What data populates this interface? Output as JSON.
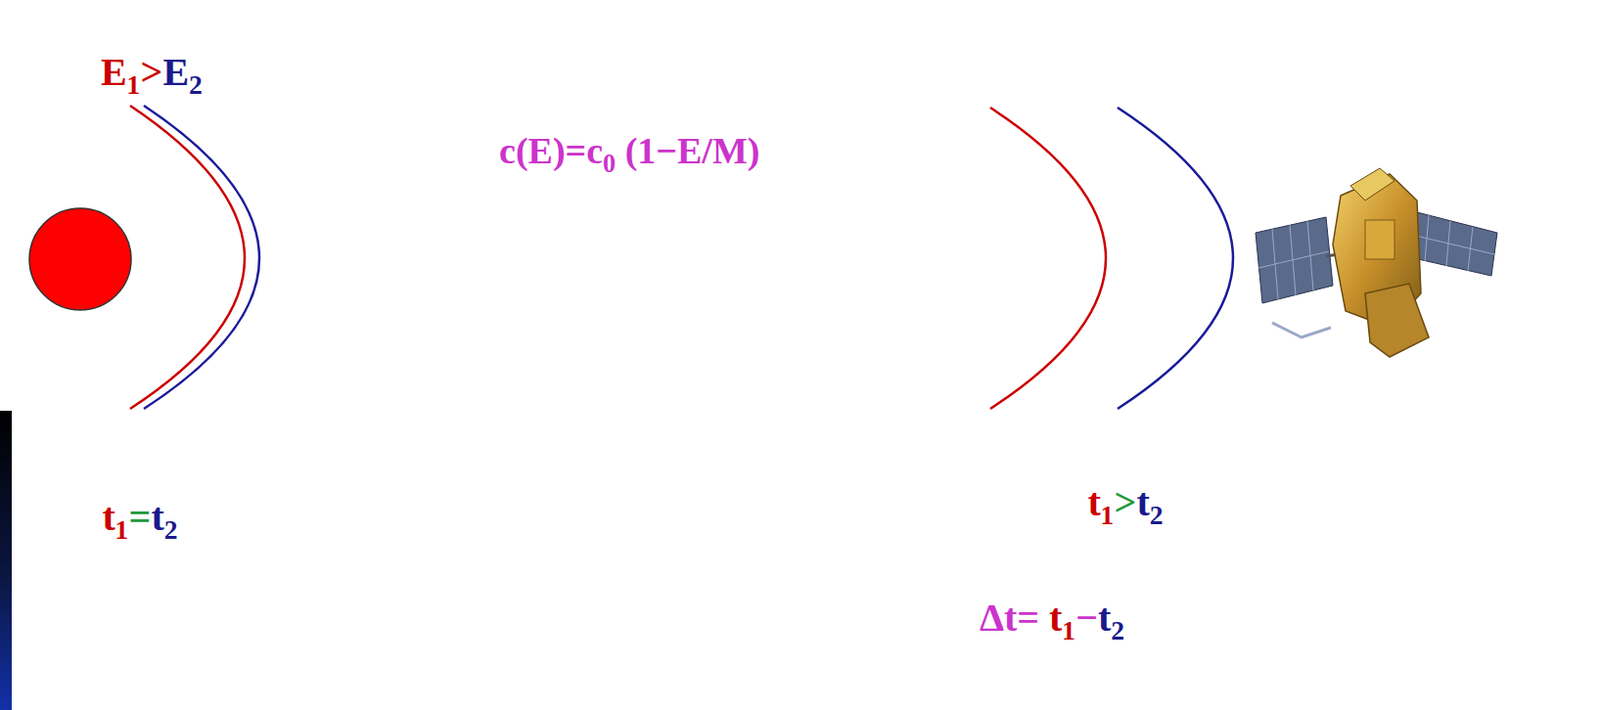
{
  "diagram": {
    "labels": [
      "E₁>E₂",
      "t₁=t₂",
      "c(E)=c₀ (1−E/M)",
      "t₁>t₂",
      "Δt= t₁−t₂"
    ]
  }
}
